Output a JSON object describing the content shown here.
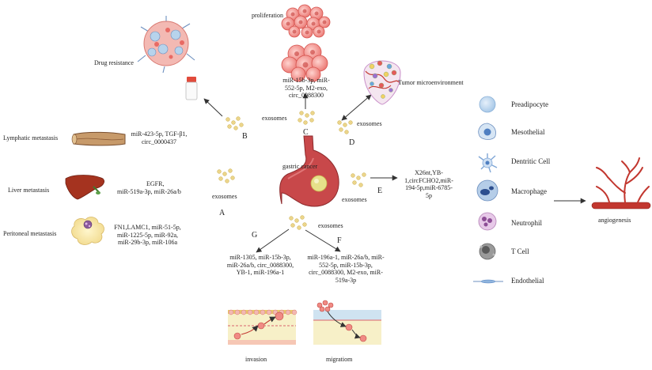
{
  "title": "gastric cancer",
  "colors": {
    "exosome": "#ecd58a",
    "exosome_edge": "#c9ad4c",
    "stomach": "#c8484a",
    "tumor": "#e6e08a",
    "vessel": "#c2372f",
    "arrow": "#333333",
    "cell_blue": "#a9c9e8",
    "cell_purple": "#c98fc9",
    "cell_gray": "#8a8a8a"
  },
  "nodes": {
    "proliferation": "proliferation",
    "drug_resistance": "Drug resistance",
    "tumor_microenvironment": "Tumor microenvironment",
    "lymphatic_metastasis": "Lymphatic metastasis",
    "liver_metastasis": "Liver metastasis",
    "peritoneal_metastasis": "Peritoneal metastasis",
    "invasion": "invasion",
    "migration": "migratiom",
    "angiogenesis": "angiogenesis"
  },
  "exosome_labels": {
    "top": "exosomes",
    "d": "exosomes",
    "a": "exosomes",
    "e": "exosomes",
    "fg": "exosomes"
  },
  "branch_letters": {
    "a": "A",
    "b": "B",
    "c": "C",
    "d": "D",
    "e": "E",
    "f": "F",
    "g": "G"
  },
  "molecules": {
    "c": "miR-15b-3p,  miR-552-5p, M2-exo, circ_0088300",
    "b": "miR-423-5p, TGF-β1, circ_0000437",
    "a1": "EGFR,",
    "a2": "miR-519a-3p, miR-26a/b",
    "peritoneal": "FN1,LAMC1, miR-51-5p, miR-1225-5p, miR-92a, miR-29b-3p, miR-106a",
    "e": "X26nt,YB-1,circFCHO2,miR-194-5p,miR-6785-5p",
    "g": "miR-1305, miR-15b-3p, miR-26a/b, circ_0088300, YB-1, miR-196a-1",
    "f": "miR-196a-1, miR-26a/b, miR-552-5p, miR-15b-3p, circ_0088300, M2-exo, miR-519a-3p"
  },
  "legend": [
    {
      "label": "Preadipocyte",
      "icon": "preadipocyte-icon"
    },
    {
      "label": "Mesothelial",
      "icon": "mesothelial-icon"
    },
    {
      "label": "Dentritic Cell",
      "icon": "dendritic-cell-icon"
    },
    {
      "label": "Macrophage",
      "icon": "macrophage-icon"
    },
    {
      "label": "Neutrophil",
      "icon": "neutrophil-icon"
    },
    {
      "label": "T Cell",
      "icon": "t-cell-icon"
    },
    {
      "label": "Endothelial",
      "icon": "endothelial-icon"
    }
  ]
}
